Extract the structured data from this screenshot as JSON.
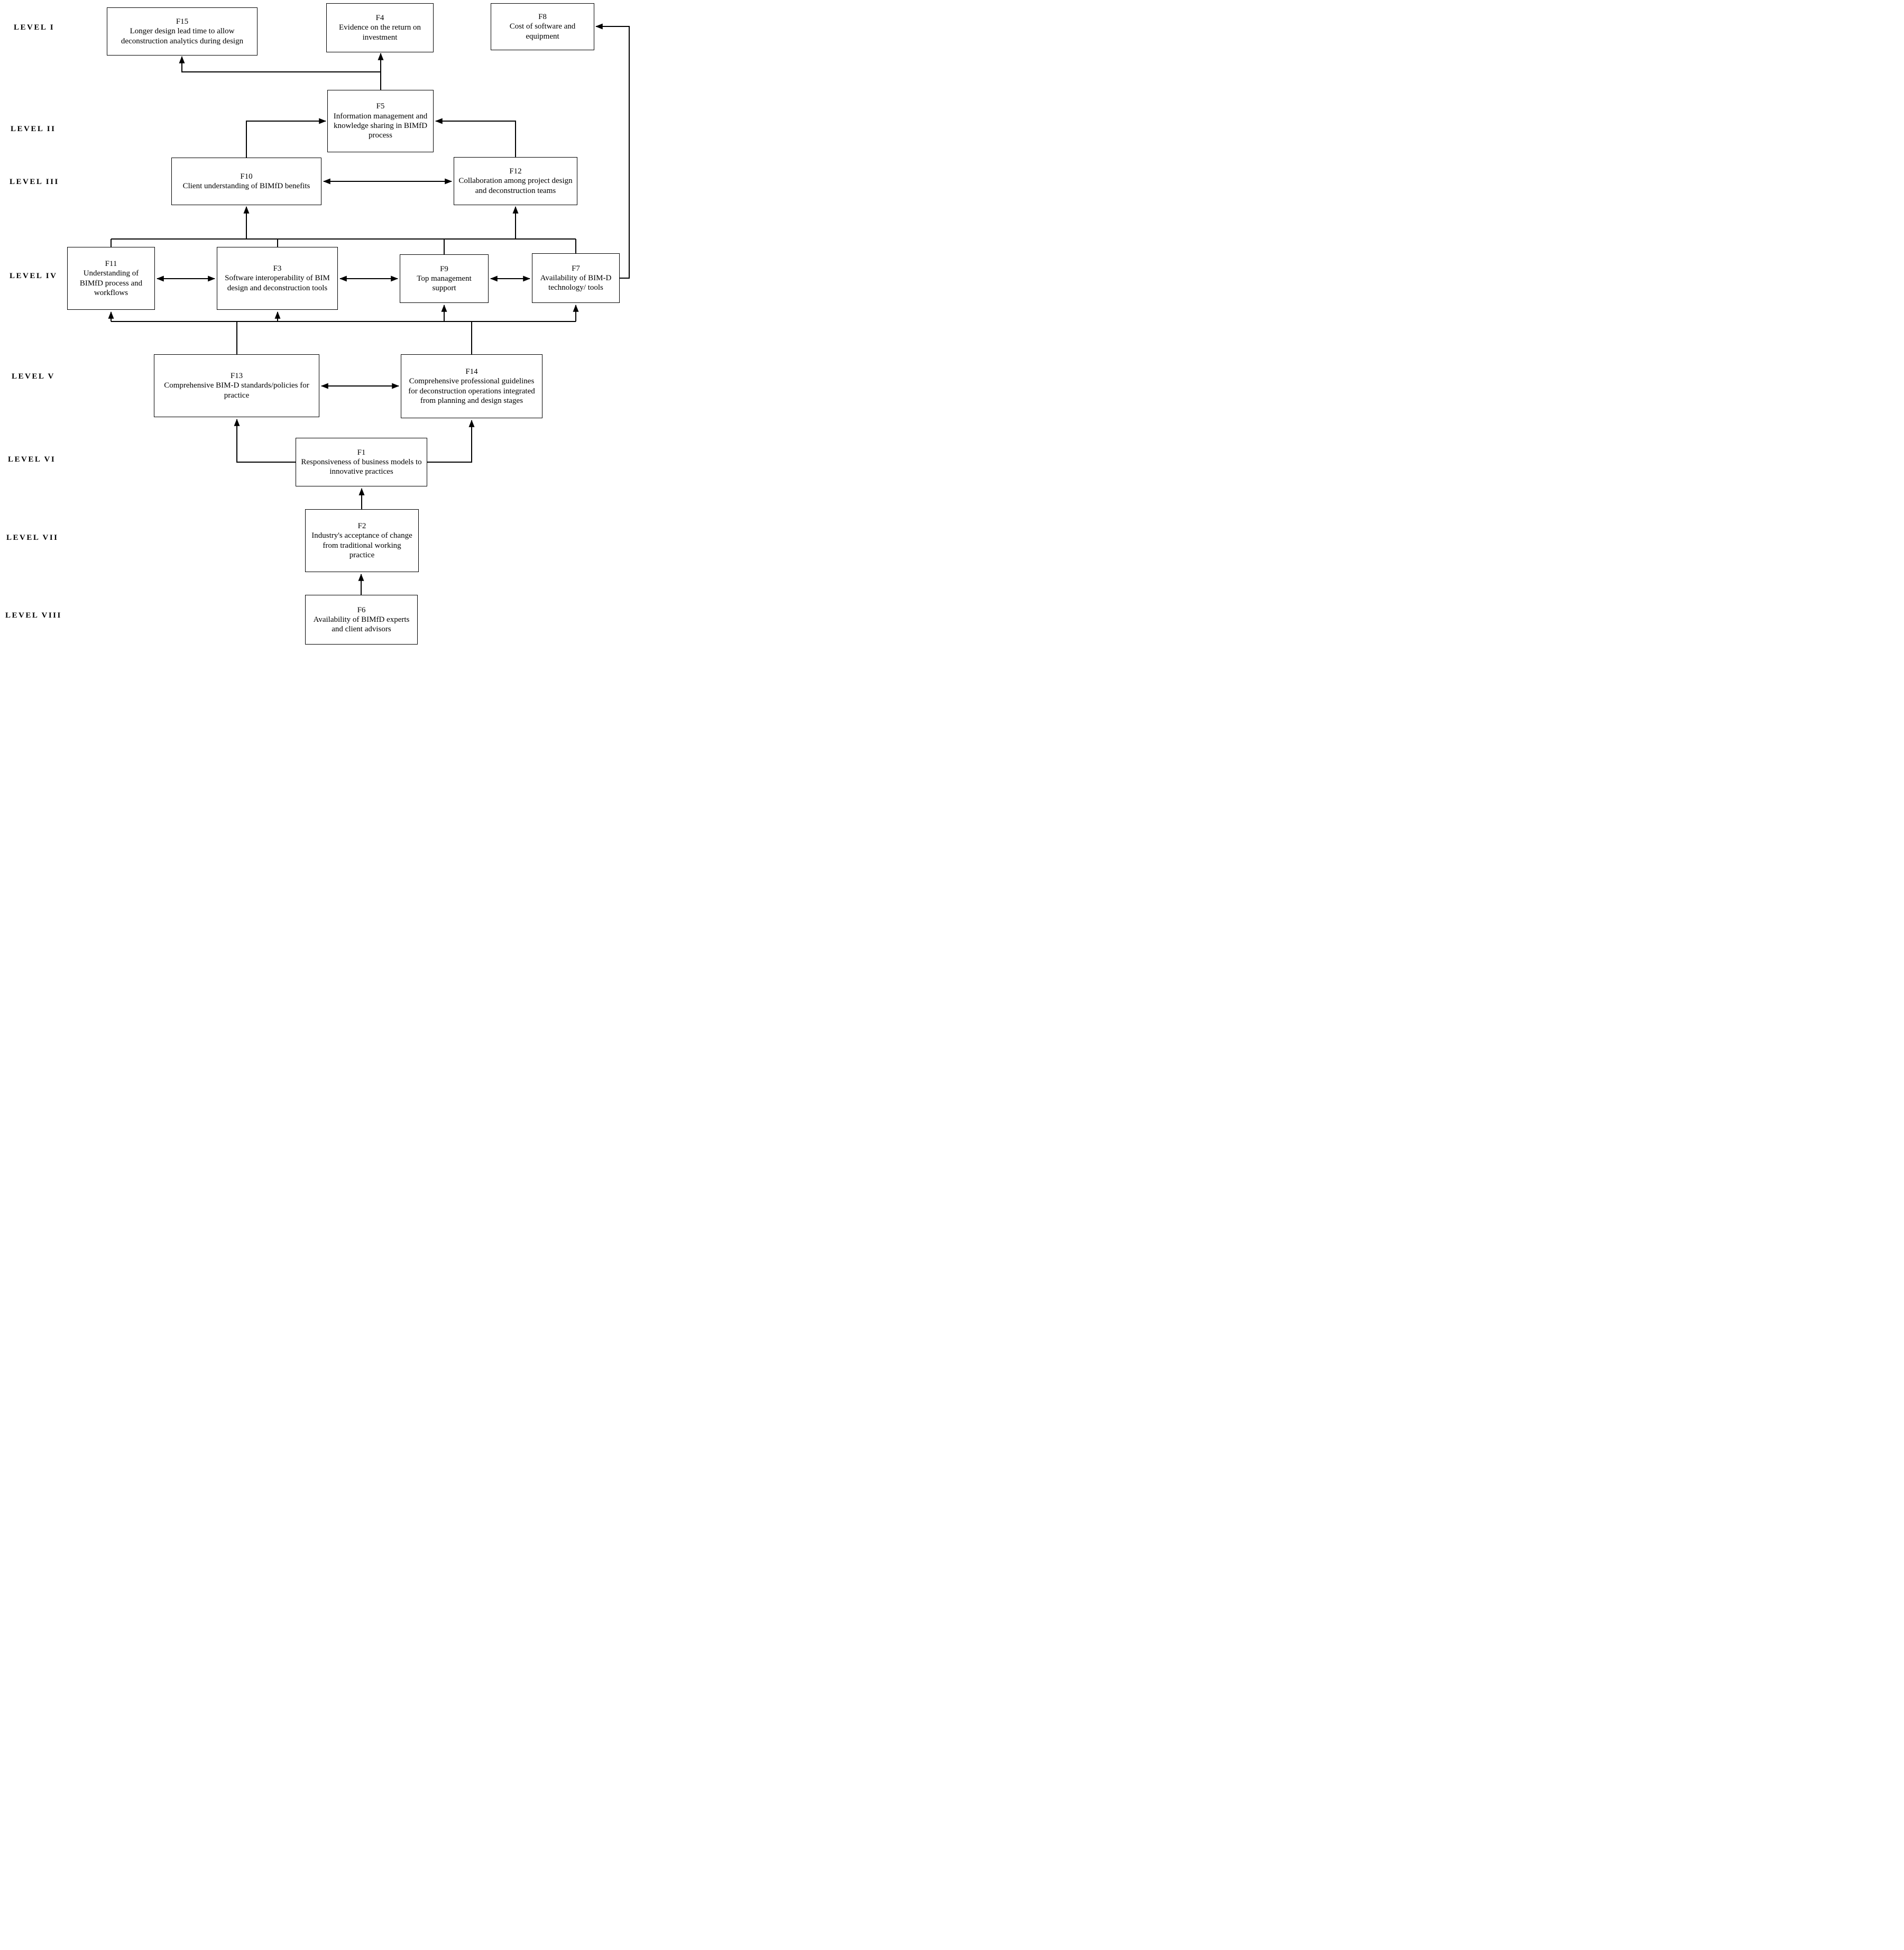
{
  "diagram": {
    "type": "ism-hierarchy",
    "colors": {
      "line": "#000000",
      "background": "#ffffff",
      "text": "#000000",
      "box_border": "#000000"
    }
  },
  "levels": [
    "LEVEL I",
    "LEVEL II",
    "LEVEL III",
    "LEVEL IV",
    "LEVEL V",
    "LEVEL VI",
    "LEVEL VII",
    "LEVEL VIII"
  ],
  "nodes": {
    "f15": {
      "id": "F15",
      "label": "Longer design lead time to allow deconstruction analytics during design",
      "level": "LEVEL I"
    },
    "f4": {
      "id": "F4",
      "label": "Evidence on the return on investment",
      "level": "LEVEL I"
    },
    "f8": {
      "id": "F8",
      "label": "Cost of software and equipment",
      "level": "LEVEL I"
    },
    "f5": {
      "id": "F5",
      "label": "Information management and knowledge sharing in BIMfD process",
      "level": "LEVEL II"
    },
    "f10": {
      "id": "F10",
      "label": "Client understanding of BIMfD benefits",
      "level": "LEVEL III"
    },
    "f12": {
      "id": "F12",
      "label": "Collaboration among project design and deconstruction teams",
      "level": "LEVEL III"
    },
    "f11": {
      "id": "F11",
      "label": "Understanding of BIMfD process and workflows",
      "level": "LEVEL IV"
    },
    "f3": {
      "id": "F3",
      "label": "Software interoperability of BIM design and deconstruction tools",
      "level": "LEVEL IV"
    },
    "f9": {
      "id": "F9",
      "label": "Top management support",
      "level": "LEVEL IV"
    },
    "f7": {
      "id": "F7",
      "label": "Availability of BIM-D technology/ tools",
      "level": "LEVEL IV"
    },
    "f13": {
      "id": "F13",
      "label": "Comprehensive BIM-D standards/policies for practice",
      "level": "LEVEL V"
    },
    "f14": {
      "id": "F14",
      "label": "Comprehensive professional guidelines for deconstruction operations integrated from planning and design stages",
      "level": "LEVEL V"
    },
    "f1": {
      "id": "F1",
      "label": "Responsiveness of business models to innovative practices",
      "level": "LEVEL VI"
    },
    "f2": {
      "id": "F2",
      "label": "Industry's acceptance of change from traditional working practice",
      "level": "LEVEL VII"
    },
    "f6": {
      "id": "F6",
      "label": "Availability of BIMfD experts and client advisors",
      "level": "LEVEL VIII"
    }
  },
  "edges": [
    {
      "from": "F5",
      "to": "F4",
      "bidirectional": false
    },
    {
      "from": "F5",
      "to": "F15",
      "bidirectional": false
    },
    {
      "from": "F7",
      "to": "F8",
      "bidirectional": false
    },
    {
      "from": "F10",
      "to": "F5",
      "bidirectional": false
    },
    {
      "from": "F12",
      "to": "F5",
      "bidirectional": false
    },
    {
      "from": "F10",
      "to": "F12",
      "bidirectional": true
    },
    {
      "from": [
        "F11",
        "F3",
        "F9",
        "F7"
      ],
      "to": [
        "F10",
        "F12"
      ],
      "via": "shared-bus",
      "bidirectional": false
    },
    {
      "from": "F11",
      "to": "F3",
      "bidirectional": true
    },
    {
      "from": "F3",
      "to": "F9",
      "bidirectional": true
    },
    {
      "from": "F9",
      "to": "F7",
      "bidirectional": true
    },
    {
      "from": [
        "F13",
        "F14"
      ],
      "to": [
        "F11",
        "F3",
        "F9",
        "F7"
      ],
      "via": "shared-bus",
      "bidirectional": false
    },
    {
      "from": "F13",
      "to": "F14",
      "bidirectional": true
    },
    {
      "from": "F1",
      "to": "F13",
      "bidirectional": false
    },
    {
      "from": "F1",
      "to": "F14",
      "bidirectional": false
    },
    {
      "from": "F2",
      "to": "F1",
      "bidirectional": false
    },
    {
      "from": "F6",
      "to": "F2",
      "bidirectional": false
    }
  ]
}
